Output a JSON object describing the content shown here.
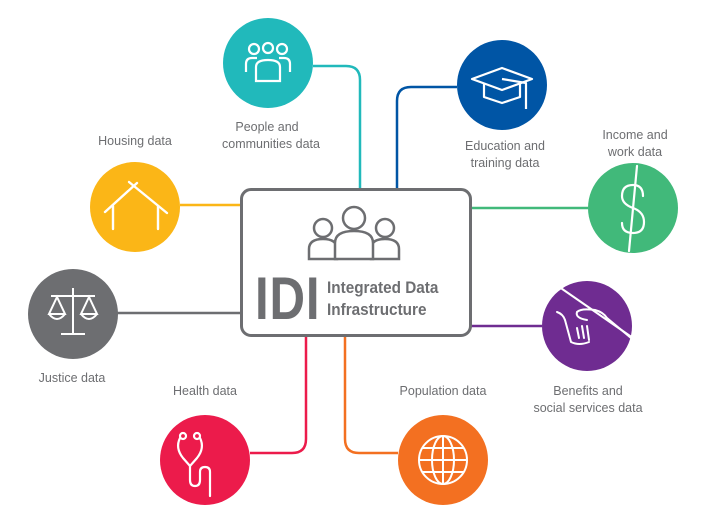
{
  "diagram": {
    "center": {
      "acronym": "IDI",
      "title_line1": "Integrated Data",
      "title_line2": "Infrastructure",
      "icon": "people-group-icon",
      "border_color": "#6d6e71"
    },
    "nodes": [
      {
        "id": "people",
        "label_line1": "People and",
        "label_line2": "communities data",
        "icon": "people-group-icon",
        "color": "#21b9bb"
      },
      {
        "id": "education",
        "label_line1": "Education and",
        "label_line2": "training data",
        "icon": "graduation-cap-icon",
        "color": "#0055a5"
      },
      {
        "id": "housing",
        "label_line1": "Housing data",
        "label_line2": "",
        "icon": "house-icon",
        "color": "#fbb617"
      },
      {
        "id": "income",
        "label_line1": "Income and",
        "label_line2": "work data",
        "icon": "dollar-icon",
        "color": "#41b97a"
      },
      {
        "id": "justice",
        "label_line1": "Justice data",
        "label_line2": "",
        "icon": "scales-icon",
        "color": "#6d6e71"
      },
      {
        "id": "benefits",
        "label_line1": "Benefits and",
        "label_line2": "social services data",
        "icon": "handshake-icon",
        "color": "#6f2c91"
      },
      {
        "id": "health",
        "label_line1": "Health data",
        "label_line2": "",
        "icon": "stethoscope-icon",
        "color": "#ec1b4b"
      },
      {
        "id": "population",
        "label_line1": "Population data",
        "label_line2": "",
        "icon": "globe-icon",
        "color": "#f37021"
      }
    ]
  }
}
